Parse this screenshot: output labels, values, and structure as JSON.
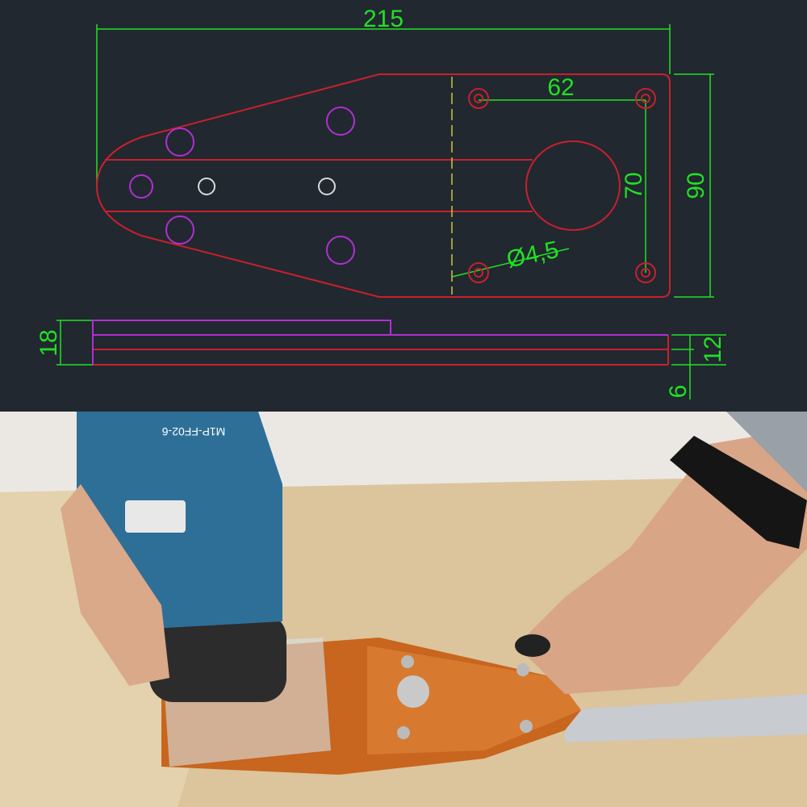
{
  "drawing": {
    "dimensions": {
      "overall_length": "215",
      "hole_spacing_horizontal": "62",
      "hole_spacing_vertical": "70",
      "plate_height": "90",
      "hole_diameter": "Ø4,5",
      "total_thickness": "18",
      "base_thickness": "12",
      "layer_thickness": "6"
    },
    "colors": {
      "background": "#212830",
      "dimension": "#22e024",
      "outline": "#c8202c",
      "purple": "#b030d0",
      "white": "#d8d8d8",
      "dashed": "#d8c040"
    }
  },
  "photo": {
    "router_model_label": "M1P-FF02-6",
    "colors": {
      "router": "#2e6f98",
      "plate": "#c8651e",
      "wood": "#dcc49c",
      "rail": "#c8cbcf"
    }
  }
}
